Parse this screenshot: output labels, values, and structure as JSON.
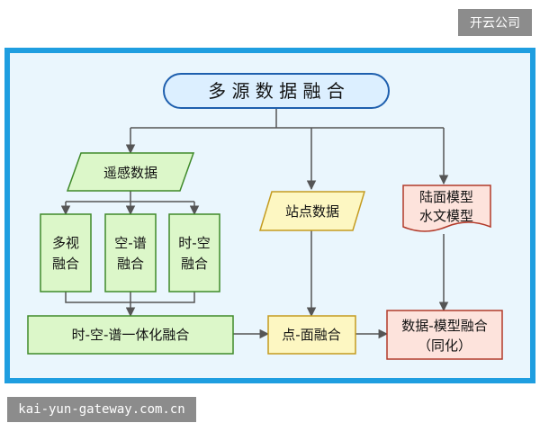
{
  "watermark": {
    "top": "开云公司",
    "bottom": "kai-yun-gateway.com.cn"
  },
  "colors": {
    "frame": "#1f9ee0",
    "title_fill": "#dcefff",
    "title_stroke": "#1e5fae",
    "green_fill": "#dcf7c9",
    "green_stroke": "#3f8a2a",
    "yellow_fill": "#fdf7c2",
    "yellow_stroke": "#c49b20",
    "red_fill": "#fde3dc",
    "red_stroke": "#b23a2a",
    "line": "#555555"
  },
  "diagram": {
    "title": "多 源 数 据 融 合",
    "remote_sensing": "遥感数据",
    "multi_view": [
      "多视",
      "融合"
    ],
    "spatial_spectral": [
      "空-谱",
      "融合"
    ],
    "temporal_spatial": [
      "时-空",
      "融合"
    ],
    "integrated": "时-空-谱一体化融合",
    "station": "站点数据",
    "point_surface": "点-面融合",
    "models": [
      "陆面模型",
      "水文模型"
    ],
    "assimilation": [
      "数据-模型融合",
      "（同化）"
    ]
  }
}
